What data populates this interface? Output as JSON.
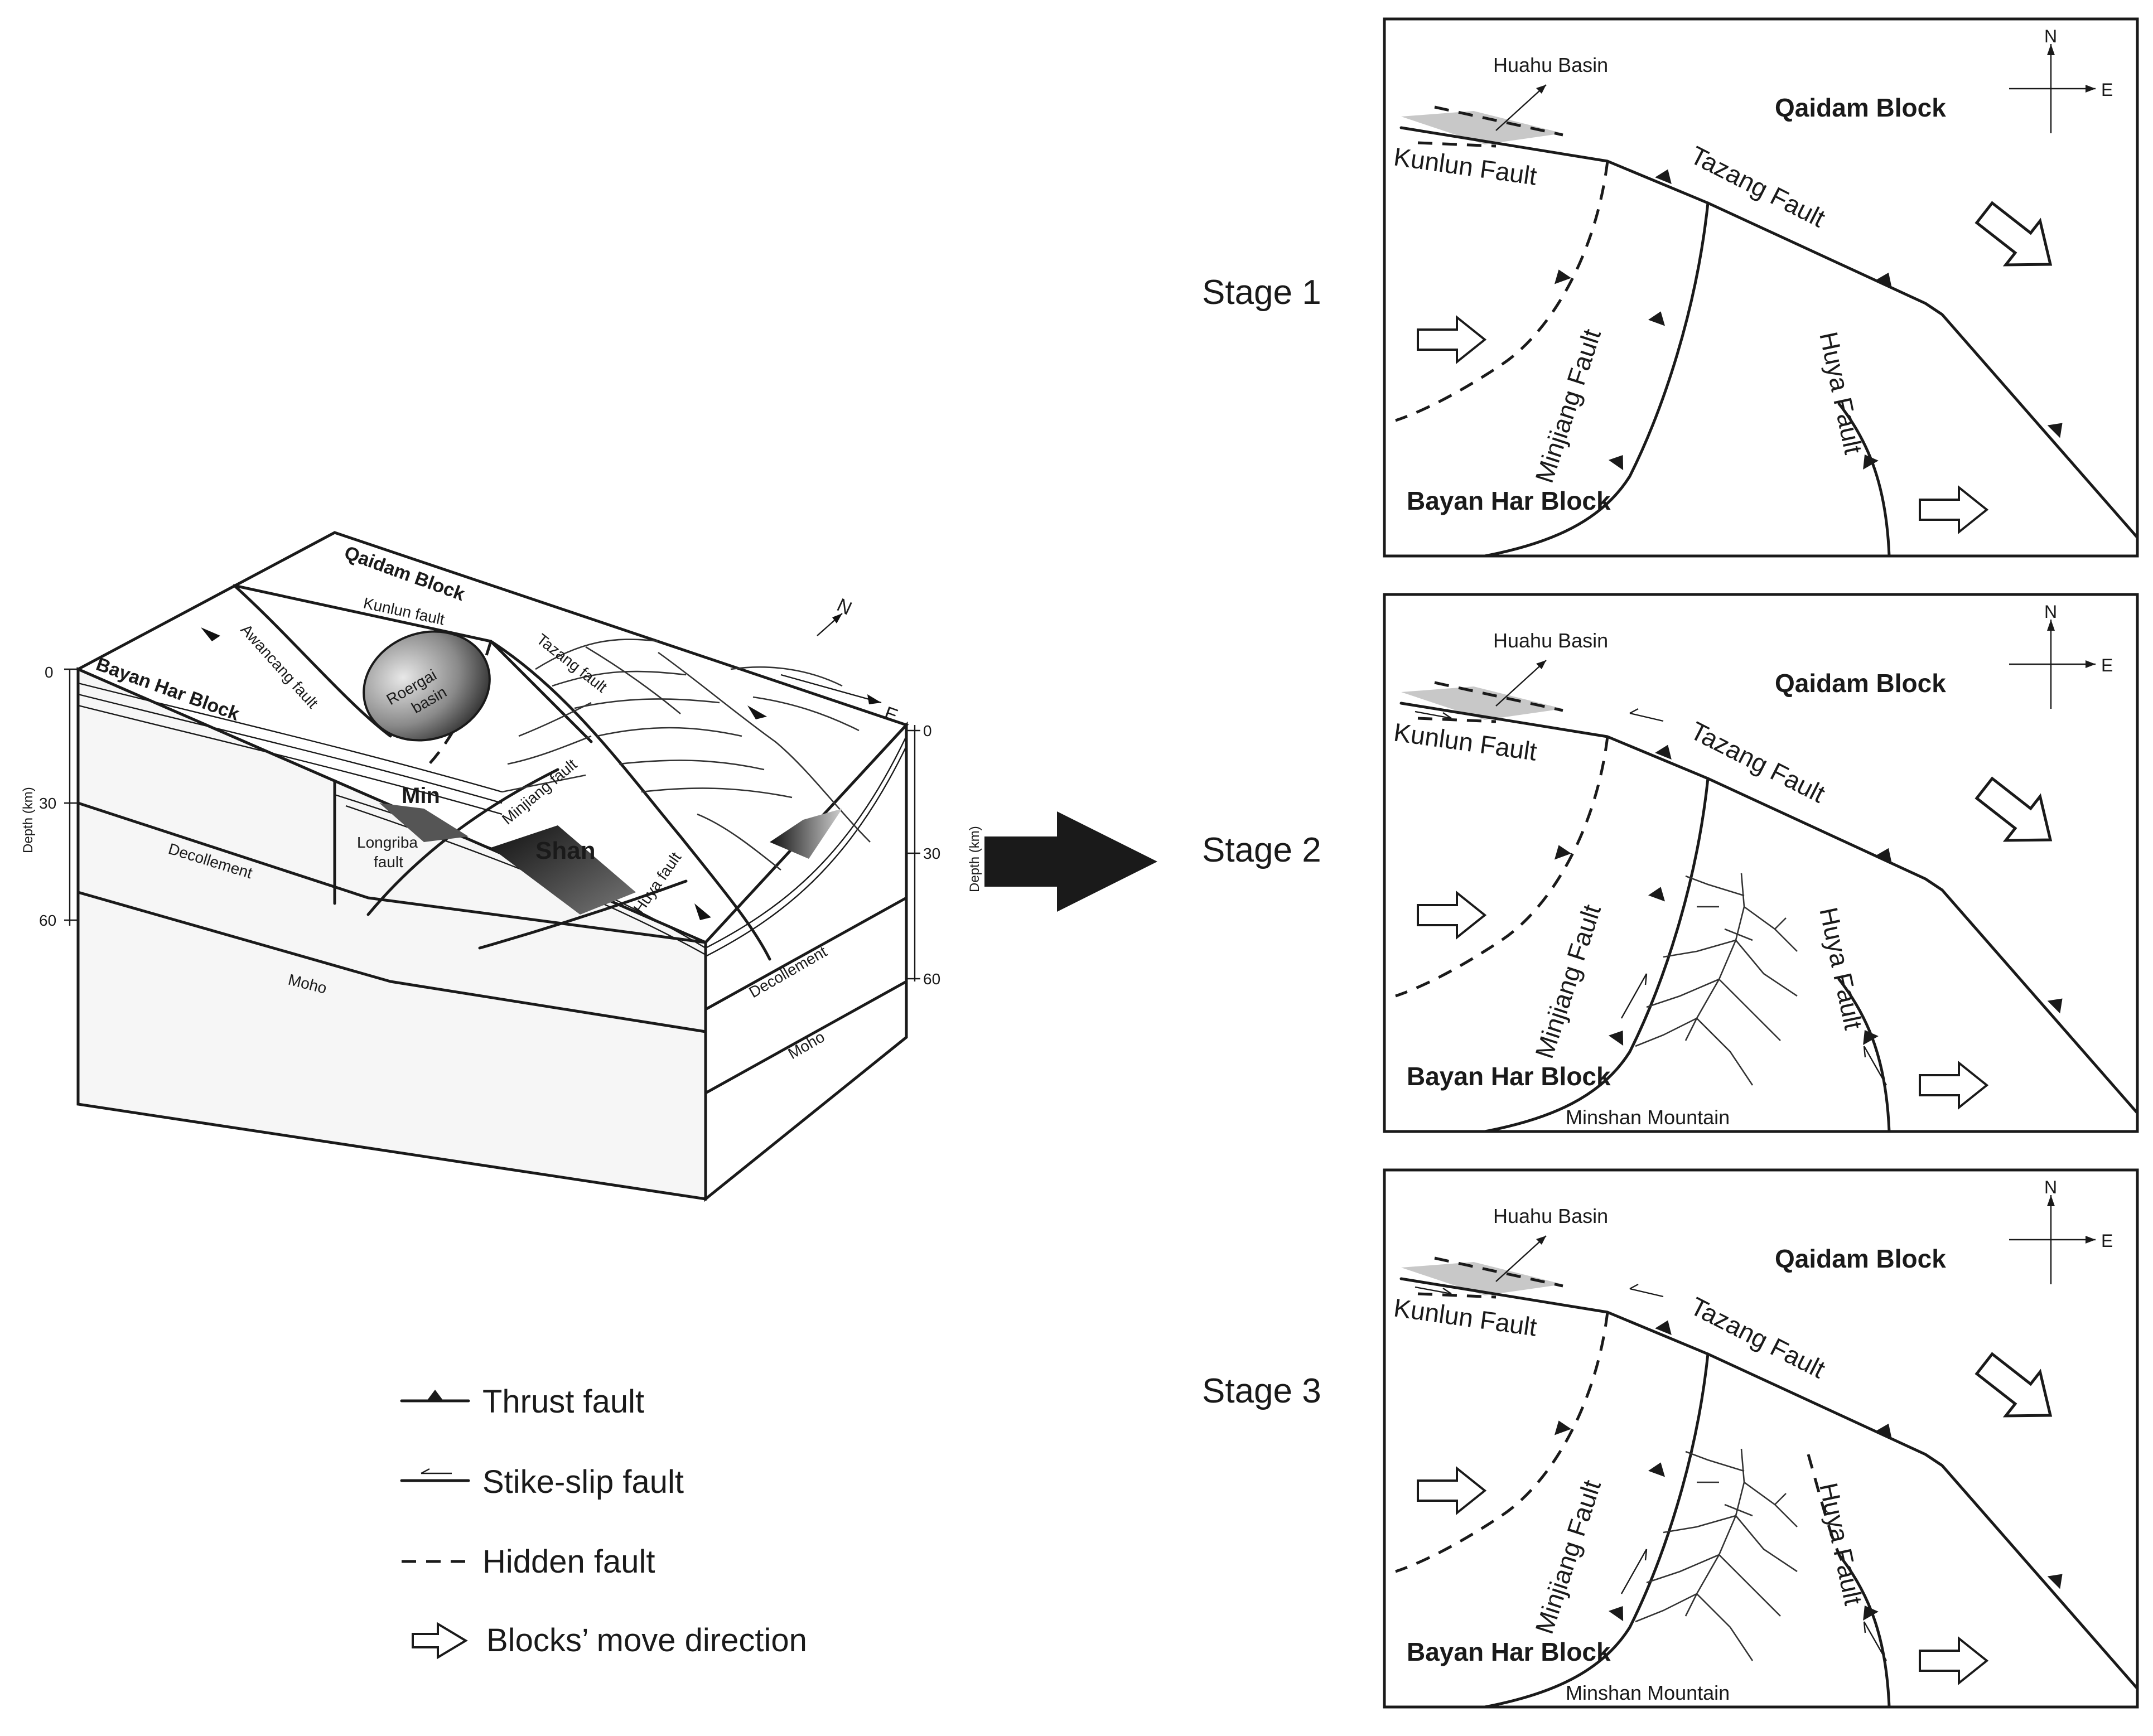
{
  "block_diagram": {
    "qaidam_block": "Qaidam Block",
    "bayan_har_block": "Bayan Har Block",
    "kunlun_fault": "Kunlun fault",
    "awancang_fault": "Awancang fault",
    "tazang_fault": "Tazang fault",
    "minjiang_fault": "Minjiang fault",
    "huya_fault": "Huya fault",
    "longriba_fault_line1": "Longriba",
    "longriba_fault_line2": "fault",
    "roergai_line1": "Roergai",
    "roergai_line2": "basin",
    "min_label": "Min",
    "shan_label": "Shan",
    "decollement_left": "Decollement",
    "decollement_right": "Decollement",
    "moho_left": "Moho",
    "moho_right": "Moho",
    "depth_label_left": "Depth (km)",
    "depth_label_right": "Depth (km)",
    "depth_ticks_left": [
      "0",
      "30",
      "60"
    ],
    "depth_ticks_right": [
      "0",
      "30",
      "60"
    ],
    "compass_n": "N",
    "compass_e": "E"
  },
  "legend": [
    {
      "symbol": "thrust",
      "label": "Thrust fault"
    },
    {
      "symbol": "strike-slip",
      "label": "Stike-slip fault"
    },
    {
      "symbol": "hidden",
      "label": "Hidden fault"
    },
    {
      "symbol": "move",
      "label": "Blocks’ move direction"
    }
  ],
  "stages": [
    {
      "title": "Stage 1",
      "huahu_basin": "Huahu Basin",
      "qaidam_block": "Qaidam Block",
      "bayan_har_block": "Bayan Har Block",
      "kunlun_fault": "Kunlun Fault",
      "tazang_fault": "Tazang Fault",
      "minjiang_fault": "Minjiang Fault",
      "huya_fault": "Huya Fault",
      "minshan_mountain": "",
      "compass_n": "N",
      "compass_e": "E"
    },
    {
      "title": "Stage 2",
      "huahu_basin": "Huahu Basin",
      "qaidam_block": "Qaidam Block",
      "bayan_har_block": "Bayan Har Block",
      "kunlun_fault": "Kunlun Fault",
      "tazang_fault": "Tazang Fault",
      "minjiang_fault": "Minjiang Fault",
      "huya_fault": "Huya Fault",
      "minshan_mountain": "Minshan Mountain",
      "compass_n": "N",
      "compass_e": "E"
    },
    {
      "title": "Stage 3",
      "huahu_basin": "Huahu Basin",
      "qaidam_block": "Qaidam Block",
      "bayan_har_block": "Bayan Har Block",
      "kunlun_fault": "Kunlun Fault",
      "tazang_fault": "Tazang Fault",
      "minjiang_fault": "Minjiang Fault",
      "huya_fault": "Huya Fault",
      "minshan_mountain": "Minshan Mountain",
      "compass_n": "N",
      "compass_e": "E"
    }
  ],
  "colors": {
    "ink": "#1a1a1a",
    "basin_fill": "#c8c8c8",
    "relief_dark": "#2a2a2a",
    "block_grey": "#f4f4f4"
  }
}
